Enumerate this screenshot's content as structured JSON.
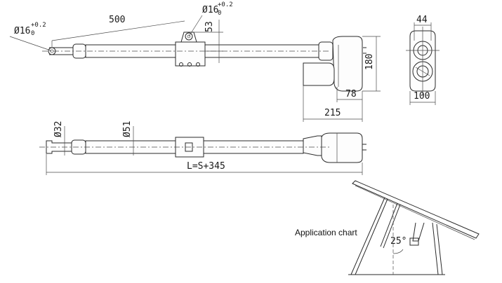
{
  "top_view": {
    "pin_hole_left": {
      "dia": "Ø16",
      "tol_upper": "+0.2",
      "tol_lower": "0"
    },
    "pin_hole_clamp": {
      "dia": "Ø16",
      "tol_upper": "+0.2",
      "tol_lower": "0"
    },
    "stroke_to_clamp": "500",
    "clamp_height": "53",
    "motor_height": "180",
    "motor_depth": "78",
    "rear_length": "215"
  },
  "end_view": {
    "top_width": "44",
    "bottom_width": "100"
  },
  "bottom_view": {
    "rod_dia": "Ø32",
    "tube_dia": "Ø51",
    "overall_length": "L=S+345"
  },
  "application": {
    "caption": "Application chart",
    "angle": "25°"
  }
}
